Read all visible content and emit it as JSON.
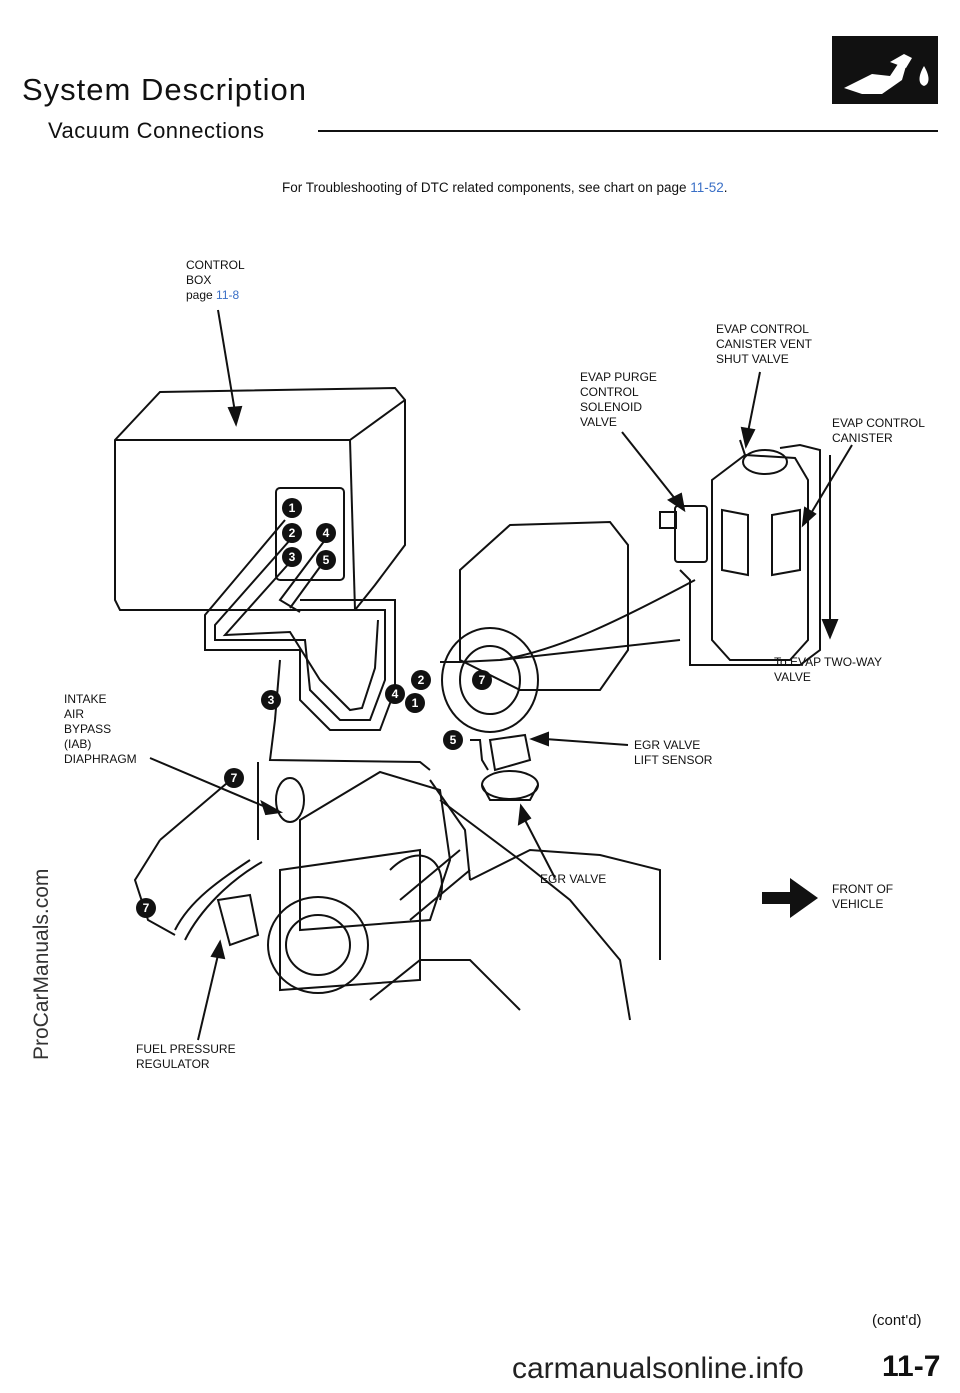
{
  "header": {
    "title": "System Description",
    "subtitle": "Vacuum Connections"
  },
  "note": {
    "prefix": "For Troubleshooting of DTC related components, see chart on page ",
    "link": "11-52",
    "suffix": "."
  },
  "labels": {
    "control_box": [
      "CONTROL",
      "BOX"
    ],
    "control_box_page_prefix": "page ",
    "control_box_page_link": "11-8",
    "evap_vent": [
      "EVAP CONTROL",
      "CANISTER VENT",
      "SHUT VALVE"
    ],
    "evap_purge": [
      "EVAP PURGE",
      "CONTROL",
      "SOLENOID",
      "VALVE"
    ],
    "evap_canister": [
      "EVAP CONTROL",
      "CANISTER"
    ],
    "two_way": [
      "To EVAP TWO-WAY",
      "VALVE"
    ],
    "iab": [
      "INTAKE",
      "AIR",
      "BYPASS",
      "(IAB)",
      "DIAPHRAGM"
    ],
    "egr_sensor": [
      "EGR VALVE",
      "LIFT SENSOR"
    ],
    "egr_valve": "EGR VALVE",
    "front": [
      "FRONT OF",
      "VEHICLE"
    ],
    "fuel_reg": [
      "FUEL PRESSURE",
      "REGULATOR"
    ]
  },
  "port_numbers": [
    "1",
    "2",
    "3",
    "4",
    "5",
    "1",
    "2",
    "3",
    "4",
    "5",
    "7",
    "7",
    "7"
  ],
  "footer": {
    "contd": "(cont'd)",
    "page_number": "11-7",
    "site_bottom": "carmanualsonline.info",
    "side_watermark": "ProCarManuals.com"
  },
  "colors": {
    "link": "#3a6fc6",
    "ink": "#111111"
  },
  "icons": {
    "badge": "fuel-nozzle-icon",
    "front_arrow": "arrow-right-icon"
  }
}
